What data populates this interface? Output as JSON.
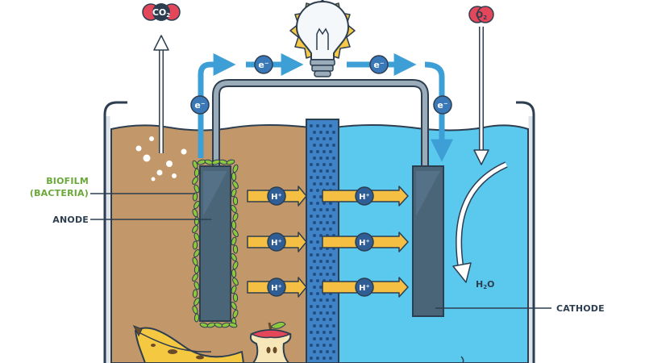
{
  "labels": {
    "biofilm_line1": "BIOFILM",
    "biofilm_line2": "(BACTERIA)",
    "anode": "ANODE",
    "cathode": "CATHODE"
  },
  "molecules": {
    "co2": "CO",
    "co2_sub": "2",
    "o2": "O",
    "o2_sub": "2",
    "water": "H",
    "water_sub": "2",
    "water_tail": "O"
  },
  "particles": {
    "electron": "e⁻",
    "proton": "H⁺"
  },
  "colors": {
    "outline": "#2c3e50",
    "soil": "#c2976a",
    "water": "#5bc8ee",
    "membrane": "#3f83c6",
    "electrode": "#4a6478",
    "wire": "#9aabb9",
    "electron_arrow": "#3d9fd6",
    "proton_arrow": "#f5bf43",
    "bacteria": "#8dc63f",
    "bulb_glow": "#f7c948"
  }
}
